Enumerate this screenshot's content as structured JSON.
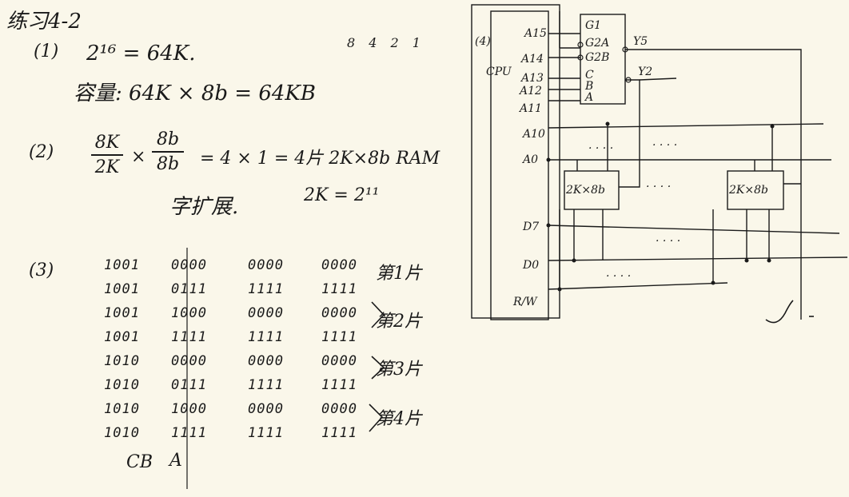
{
  "title": "练习4-2",
  "top_digits": "8  4  2  1",
  "part1": {
    "label": "(1)",
    "line1": "2¹⁶ = 64K.",
    "line2": "容量: 64K × 8b = 64KB"
  },
  "part2": {
    "label": "(2)",
    "frac1_num": "8K",
    "frac1_den": "2K",
    "times": "×",
    "frac2_num": "8b",
    "frac2_den": "8b",
    "result": "= 4 × 1 = 4片  2K×8b RAM",
    "note1": "字扩展.",
    "note2": "2K = 2¹¹"
  },
  "part3": {
    "label": "(3)",
    "rows": [
      {
        "c1": "1001",
        "c2": "0000",
        "c3": "0000",
        "c4": "0000"
      },
      {
        "c1": "1001",
        "c2": "0111",
        "c3": "1111",
        "c4": "1111"
      },
      {
        "c1": "1001",
        "c2": "1000",
        "c3": "0000",
        "c4": "0000"
      },
      {
        "c1": "1001",
        "c2": "1111",
        "c3": "1111",
        "c4": "1111"
      },
      {
        "c1": "1010",
        "c2": "0000",
        "c3": "0000",
        "c4": "0000"
      },
      {
        "c1": "1010",
        "c2": "0111",
        "c3": "1111",
        "c4": "1111"
      },
      {
        "c1": "1010",
        "c2": "1000",
        "c3": "0000",
        "c4": "0000"
      },
      {
        "c1": "1010",
        "c2": "1111",
        "c3": "1111",
        "c4": "1111"
      }
    ],
    "chip_labels": [
      "第1片",
      "第2片",
      "第3片",
      "第4片"
    ],
    "footer_cb": "CB",
    "footer_a": "A"
  },
  "part4": {
    "label": "(4)",
    "cpu_label": "CPU",
    "pins": [
      "A15",
      "A14",
      "A13",
      "A12",
      "A11",
      "A10",
      "A0",
      "D7",
      "D0",
      "R/W"
    ],
    "decoder_inputs": [
      "G1",
      "G2A",
      "G2B",
      "C",
      "B",
      "A"
    ],
    "decoder_outputs": [
      "Y5",
      "Y2"
    ],
    "chip_left": "2K×8b",
    "chip_right": "2K×8b",
    "dots": "· · · ·"
  }
}
